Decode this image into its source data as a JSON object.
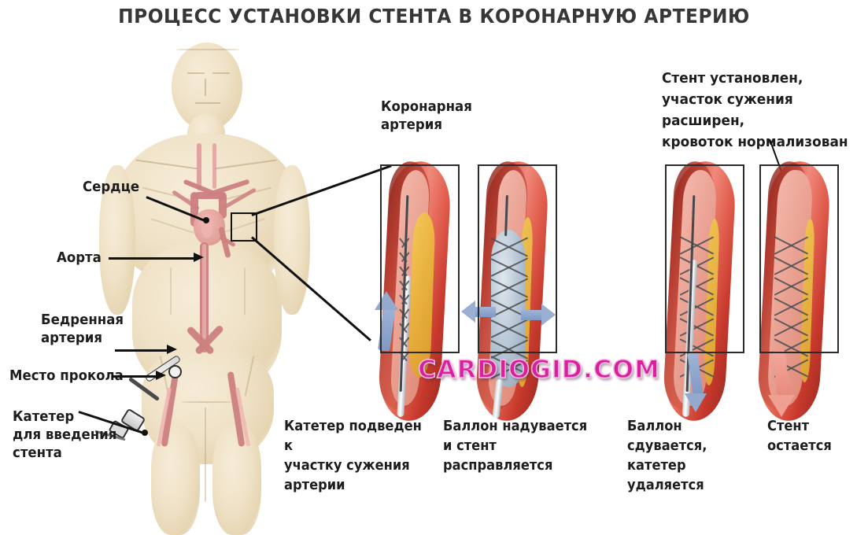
{
  "title": "ПРОЦЕСС УСТАНОВКИ СТЕНТА В КОРОНАРНУЮ АРТЕРИЮ",
  "watermark": "CARDIOGID.COM",
  "colors": {
    "title_text": "#373737",
    "label_text": "#1d1d1d",
    "leader_line": "#111111",
    "panel_border": "#2b2b2b",
    "artery_red": "#c4382c",
    "plaque_yellow": "#e9b23f",
    "balloon_blue": "#b9c8d6",
    "arrow_blue": "#8ea4b8",
    "arrow_pink": "#e8897c",
    "watermark_magenta": "#d9219e",
    "body_sepia": "#efe2c7"
  },
  "anatomy_labels": [
    {
      "id": "heart",
      "text": "Сердце",
      "pointer": "dot"
    },
    {
      "id": "aorta",
      "text": "Аорта",
      "pointer": "arrow"
    },
    {
      "id": "femoral",
      "text": "Бедренная\nартерия",
      "pointer": "arrow"
    },
    {
      "id": "puncture",
      "text": "Место прокола",
      "pointer": "arrow"
    },
    {
      "id": "catheter",
      "text": "Катетер\nдля введения\nстента",
      "pointer": "dot"
    }
  ],
  "callout_label": {
    "text": "Коронарная\nартерия"
  },
  "result_note": {
    "text": "Стент установлен,\nучасток сужения расширен,\nкровоток нормализован"
  },
  "steps": [
    {
      "index": 1,
      "caption": "Катетер подведен к\nучастку сужения\nартерии",
      "features": [
        "artery",
        "plaque",
        "catheter",
        "guidewire",
        "blue-arrow-up"
      ]
    },
    {
      "index": 2,
      "caption": "Баллон надувается\nи стент расправляется",
      "features": [
        "artery",
        "plaque",
        "balloon-inflated",
        "stent-mesh",
        "blue-arrows-outward"
      ]
    },
    {
      "index": 3,
      "caption": "Баллон сдувается,\nкатетер удаляется",
      "features": [
        "artery",
        "plaque",
        "stent-mesh",
        "catheter",
        "blue-arrow-down"
      ]
    },
    {
      "index": 4,
      "caption": "Стент\nостается",
      "features": [
        "artery",
        "plaque",
        "stent-mesh",
        "pink-arrow-down",
        "pointer-line"
      ]
    }
  ]
}
